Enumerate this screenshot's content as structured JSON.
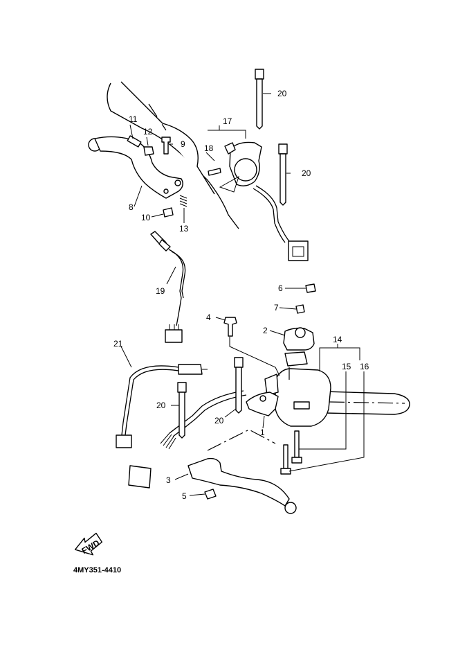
{
  "callouts": {
    "p1": "1",
    "p2": "2",
    "p3": "3",
    "p4": "4",
    "p5": "5",
    "p6": "6",
    "p7": "7",
    "p8": "8",
    "p9": "9",
    "p10": "10",
    "p11": "11",
    "p12": "12",
    "p13": "13",
    "p14": "14",
    "p15": "15",
    "p16": "16",
    "p17": "17",
    "p18": "18",
    "p19": "19",
    "p20a": "20",
    "p20b": "20",
    "p20c": "20",
    "p20d": "20",
    "p21": "21"
  },
  "fwd_label": "FWD",
  "diagram_code": "4MY351-4410"
}
